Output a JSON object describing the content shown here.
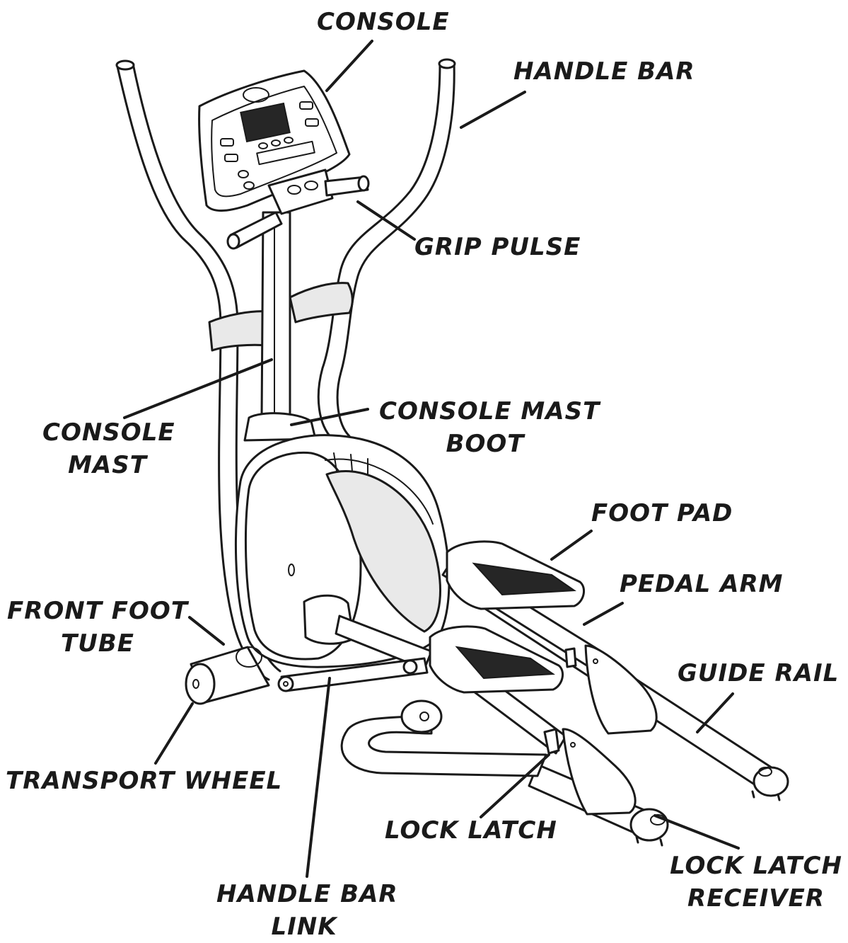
{
  "labels": {
    "console": "CONSOLE",
    "handle_bar": "HANDLE BAR",
    "grip_pulse": "GRIP PULSE",
    "console_mast": [
      "CONSOLE",
      "MAST"
    ],
    "console_mast_boot": [
      "CONSOLE MAST",
      "BOOT"
    ],
    "foot_pad": "FOOT PAD",
    "pedal_arm": "PEDAL ARM",
    "front_foot_tube": [
      "FRONT FOOT",
      "TUBE"
    ],
    "guide_rail": "GUIDE RAIL",
    "transport_wheel": "TRANSPORT WHEEL",
    "lock_latch": "LOCK LATCH",
    "lock_latch_receiver": [
      "LOCK LATCH",
      "RECEIVER"
    ],
    "handle_bar_link": [
      "HANDLE BAR",
      "LINK"
    ]
  }
}
